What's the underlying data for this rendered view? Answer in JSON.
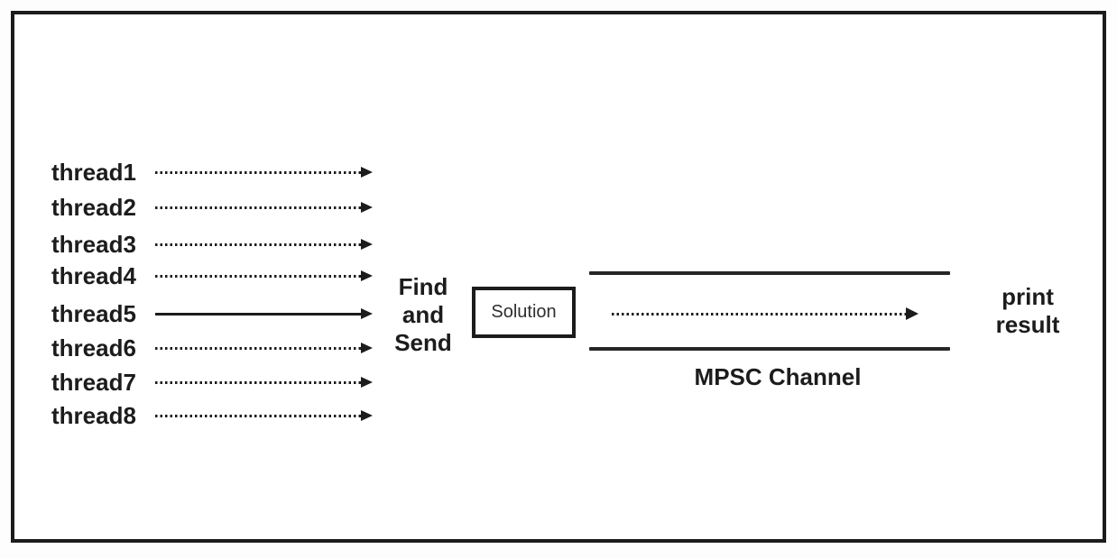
{
  "colors": {
    "ink": "#1c1c1c",
    "background": "#ffffff"
  },
  "diagram": {
    "threads": [
      {
        "label": "thread1",
        "arrow": "dotted"
      },
      {
        "label": "thread2",
        "arrow": "dotted"
      },
      {
        "label": "thread3",
        "arrow": "dotted"
      },
      {
        "label": "thread4",
        "arrow": "dotted"
      },
      {
        "label": "thread5",
        "arrow": "solid"
      },
      {
        "label": "thread6",
        "arrow": "dotted"
      },
      {
        "label": "thread7",
        "arrow": "dotted"
      },
      {
        "label": "thread8",
        "arrow": "dotted"
      }
    ],
    "processor": {
      "lines": [
        "Find",
        "and",
        "Send"
      ]
    },
    "solution_box": {
      "label": "Solution"
    },
    "channel": {
      "label": "MPSC Channel",
      "arrow": "dotted"
    },
    "output": {
      "lines": [
        "print",
        "result"
      ]
    }
  }
}
